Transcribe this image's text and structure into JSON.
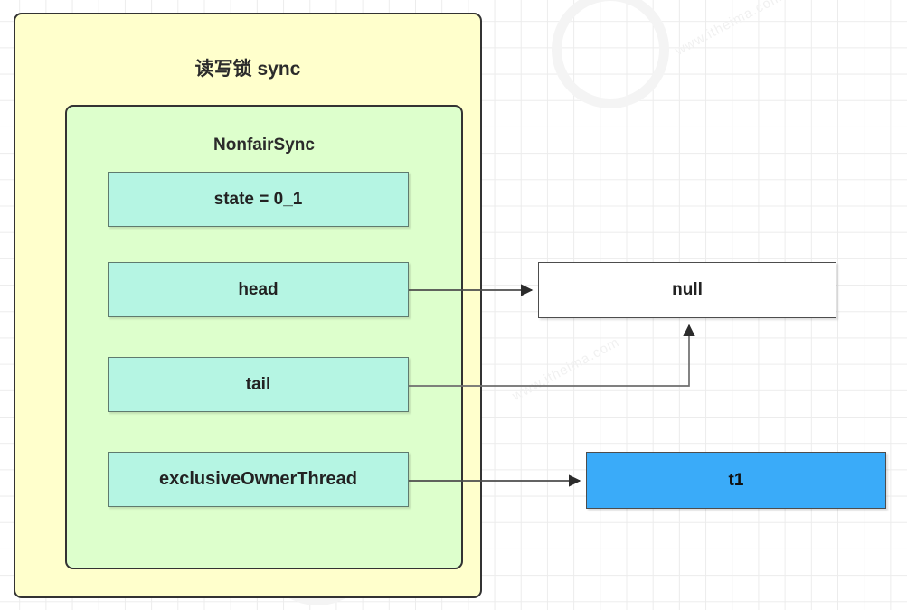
{
  "diagram": {
    "title": "读写锁 sync",
    "inner_title": "NonfairSync",
    "fields": [
      {
        "key": "state",
        "label": "state = 0_1"
      },
      {
        "key": "head",
        "label": "head"
      },
      {
        "key": "tail",
        "label": "tail"
      },
      {
        "key": "owner",
        "label": "exclusiveOwnerThread"
      }
    ],
    "nodes": [
      {
        "key": "null_node",
        "label": "null"
      },
      {
        "key": "t1_node",
        "label": "t1"
      }
    ],
    "edges": [
      {
        "from": "head",
        "to": "null_node",
        "arrow": "right"
      },
      {
        "from": "tail",
        "to": "null_node",
        "arrow": "up"
      },
      {
        "from": "owner",
        "to": "t1_node",
        "arrow": "right"
      }
    ],
    "colors": {
      "outer_fill": "#ffffcc",
      "inner_fill": "#ddffcc",
      "field_fill": "#b5f5e3",
      "null_fill": "#ffffff",
      "t1_fill": "#3aabf9",
      "stroke": "#333333",
      "grid": "#ececec"
    },
    "watermarks": [
      "www.itheima.com",
      "www.itheima.com",
      "www.itheima.com"
    ]
  }
}
